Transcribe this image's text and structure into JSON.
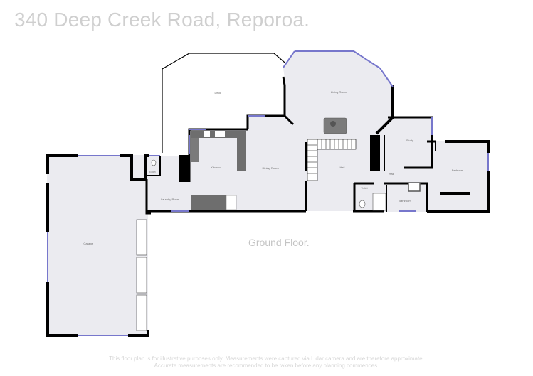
{
  "header": {
    "title": "340 Deep Creek Road, Reporoa."
  },
  "floor": {
    "label": "Ground Floor."
  },
  "rooms": {
    "deck": "Deck",
    "living_room": "Living Room",
    "study": "Study",
    "kitchen": "Kitchen",
    "dining_room": "Dining Room",
    "hall_main": "Hall",
    "hall_small": "Hall",
    "bedroom": "Bedroom",
    "toilet_left": "Toilet",
    "laundry_room": "Laundry Room",
    "toilet_right": "Toilet",
    "bathroom": "Bathroom",
    "garage": "Garage"
  },
  "disclaimer": {
    "line1": "This floor plan is for illustrative purposes only. Measurements were captured via Lidar camera and are therefore approximate.",
    "line2": "Accurate measurements are recommended to be taken before any planning commences."
  },
  "colors": {
    "floor_fill": "#ebebf0",
    "wall": "#000000",
    "window": "#7777cc",
    "fixture": "#6e6e6e",
    "title_text": "#cfcfcf"
  }
}
